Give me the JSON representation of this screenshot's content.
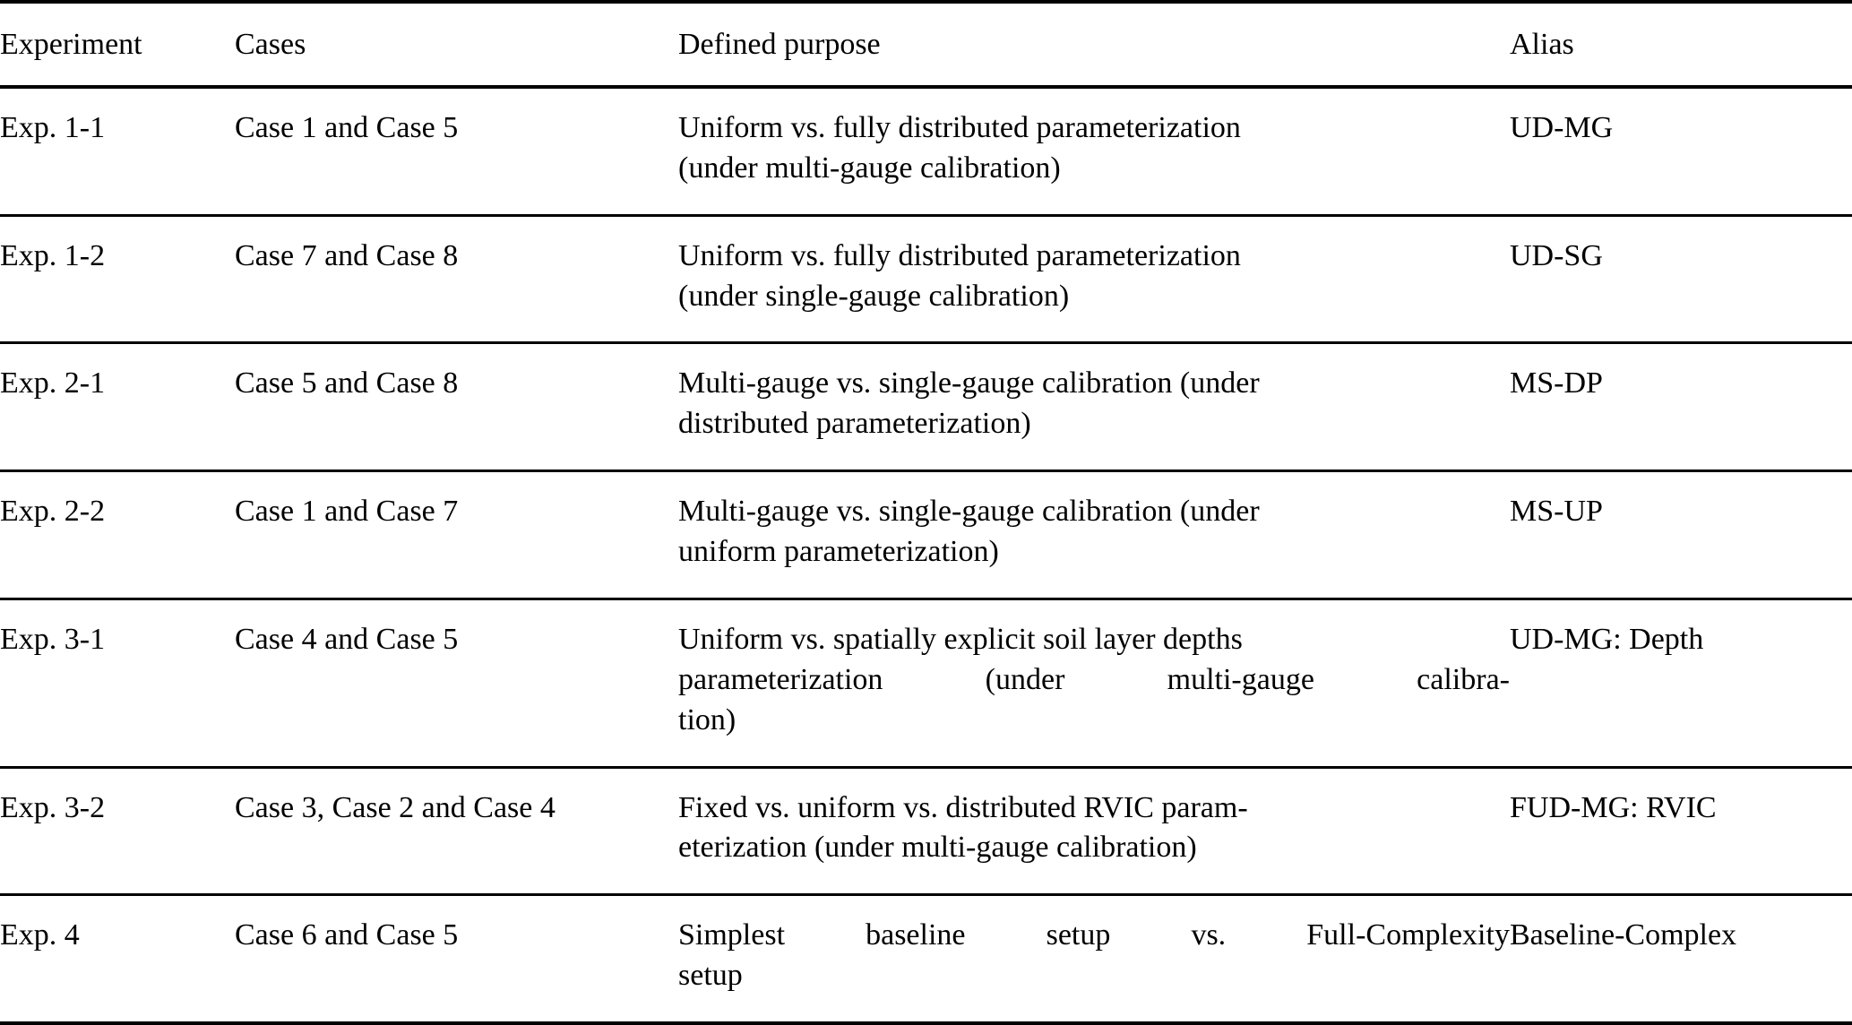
{
  "table": {
    "caption": "",
    "columns": [
      {
        "key": "experiment",
        "header": "Experiment"
      },
      {
        "key": "cases",
        "header": "Cases"
      },
      {
        "key": "purpose",
        "header": "Defined purpose"
      },
      {
        "key": "alias",
        "header": "Alias"
      }
    ],
    "rows": [
      {
        "experiment": "Exp. 1-1",
        "cases": "Case 1 and Case 5",
        "purpose": "Uniform vs. fully distributed parameterization (under multi-gauge calibration)",
        "purpose_lines": [
          "Uniform vs. fully distributed parameterization",
          "(under multi-gauge calibration)"
        ],
        "alias": "UD-MG"
      },
      {
        "experiment": "Exp. 1-2",
        "cases": "Case 7 and Case 8",
        "purpose": "Uniform vs. fully distributed parameterization (under single-gauge calibration)",
        "purpose_lines": [
          "Uniform vs. fully distributed parameterization",
          "(under single-gauge calibration)"
        ],
        "alias": "UD-SG"
      },
      {
        "experiment": "Exp. 2-1",
        "cases": "Case 5 and Case 8",
        "purpose": "Multi-gauge vs. single-gauge calibration (under distributed parameterization)",
        "purpose_lines": [
          "Multi-gauge vs. single-gauge calibration (under",
          "distributed parameterization)"
        ],
        "alias": "MS-DP"
      },
      {
        "experiment": "Exp. 2-2",
        "cases": "Case 1 and Case 7",
        "purpose": "Multi-gauge vs. single-gauge calibration (under uniform parameterization)",
        "purpose_lines": [
          "Multi-gauge vs. single-gauge calibration (under",
          "uniform parameterization)"
        ],
        "alias": "MS-UP"
      },
      {
        "experiment": "Exp. 3-1",
        "cases": "Case 4 and Case 5",
        "purpose": "Uniform vs. spatially explicit soil layer depths parameterization (under multi-gauge calibration)",
        "purpose_lines": [
          "Uniform vs. spatially explicit soil layer depths",
          "parameterization (under multi-gauge calibra-",
          "tion)"
        ],
        "alias": "UD-MG: Depth"
      },
      {
        "experiment": "Exp. 3-2",
        "cases": "Case 3, Case 2 and Case 4",
        "purpose": "Fixed vs. uniform vs. distributed RVIC parameterization (under multi-gauge calibration)",
        "purpose_lines": [
          "Fixed vs. uniform vs. distributed RVIC param-",
          "eterization (under multi-gauge calibration)"
        ],
        "alias": "FUD-MG: RVIC"
      },
      {
        "experiment": "Exp. 4",
        "cases": "Case 6 and Case 5",
        "purpose": "Simplest baseline setup vs. Full-Complexity setup",
        "purpose_lines": [
          "Simplest baseline setup vs. Full-Complexity",
          "setup"
        ],
        "alias": "Baseline-Complex"
      }
    ]
  },
  "style": {
    "rule_color": "#000000",
    "text_color": "#000000",
    "background": "#ffffff"
  }
}
